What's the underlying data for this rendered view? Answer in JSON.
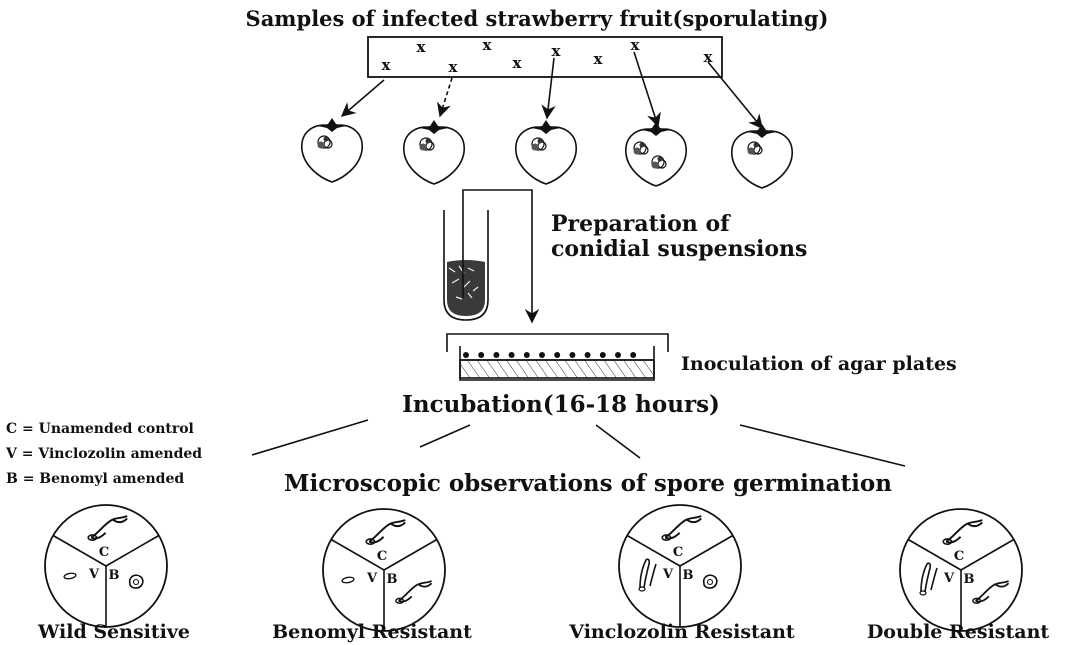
{
  "title": "Samples of infected strawberry fruit(sporulating)",
  "sample_marks": [
    "x",
    "x",
    "x",
    "x",
    "x",
    "x",
    "x",
    "x",
    "x"
  ],
  "steps": {
    "preparation_line1": "Preparation of",
    "preparation_line2": "conidial suspensions",
    "inoculation": "Inoculation of agar plates",
    "incubation": "Incubation(16-18 hours)",
    "microscopy": "Microscopic observations of spore germination"
  },
  "legend": [
    "C = Unamended control",
    "V = Vinclozolin amended",
    "B = Benomyl amended"
  ],
  "plate_sector_labels": {
    "c": "C",
    "v": "V",
    "b": "B"
  },
  "phenotypes": [
    {
      "label": "Wild Sensitive",
      "v_germinated": false,
      "b_germinated": false
    },
    {
      "label": "Benomyl Resistant",
      "v_germinated": false,
      "b_germinated": true
    },
    {
      "label": "Vinclozolin Resistant",
      "v_germinated": true,
      "b_germinated": false
    },
    {
      "label": "Double Resistant",
      "v_germinated": true,
      "b_germinated": true
    }
  ]
}
